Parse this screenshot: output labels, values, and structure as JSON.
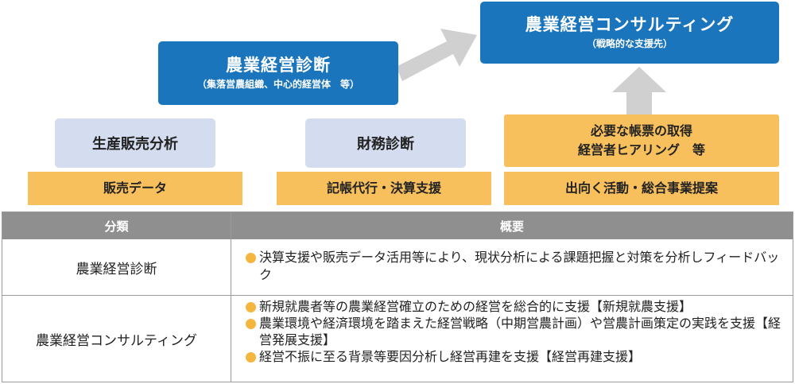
{
  "top_right": {
    "title": "農業経営コンサルティング",
    "subtitle": "（戦略的な支援先）"
  },
  "top_left": {
    "title": "農業経営診断",
    "subtitle": "（集落営農組織、中心的経営体　等）"
  },
  "mid_boxes": [
    {
      "label": "生産販売分析",
      "foot": "販売データ"
    },
    {
      "label": "財務診断",
      "foot": "記帳代行・決算支援"
    }
  ],
  "right_stack": {
    "line1": "必要な帳票の取得",
    "line2": "経営者ヒアリング　等",
    "foot": "出向く活動・総合事業提案"
  },
  "table": {
    "headers": [
      "分類",
      "概要"
    ],
    "rows": [
      {
        "category": "農業経営診断",
        "bullets": [
          "決算支援や販売データ活用等により、現状分析による課題把握と対策を分析しフィードバック"
        ]
      },
      {
        "category": "農業経営コンサルティング",
        "bullets": [
          "新規就農者等の農業経営確立のための経営を総合的に支援【新規就農支援】",
          "農業環境や経済環境を踏まえた経営戦略（中期営農計画）や営農計画策定の実践を支援【経営発展支援】",
          "経営不振に至る背景等要因分析し経営再建を支援【経営再建支援】"
        ]
      }
    ]
  },
  "colors": {
    "blue": "#1b75bc",
    "light_blue": "#d4ddef",
    "orange": "#f8c05c",
    "header_gray": "#8f8f8f",
    "arrow_gray": "#d0d0d0",
    "bullet": "#f5b63f"
  }
}
